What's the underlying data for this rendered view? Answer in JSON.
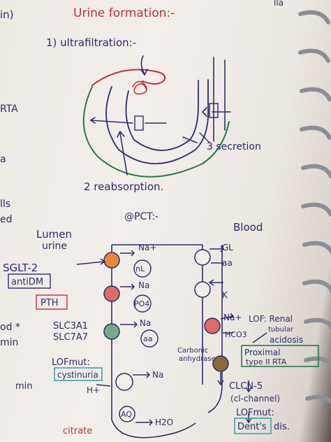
{
  "page": {
    "title": "Urine formation:-",
    "corner_top_left": "in)",
    "corner_top_right": "lla",
    "margin_left": [
      "RTA",
      "a",
      "lls",
      "ed",
      "od *",
      "min",
      "min"
    ]
  },
  "upper_diagram": {
    "label_ultrafiltration": "1) ultrafiltration:-",
    "label_secretion": "3 secretion",
    "label_reabsorption": "2 reabsorption."
  },
  "pct": {
    "heading": "@PCT:-",
    "lumen": "Lumen",
    "urine": "urine",
    "blood": "Blood",
    "left_notes": {
      "sglt2": "SGLT-2",
      "antidm": "antiDM",
      "pth": "PTH",
      "slc3a1": "SLC3A1",
      "slc7a7": "SLC7A7",
      "lofmut": "LOFmut:",
      "cystinuria": "cystinuria",
      "hplus": "H+",
      "citrate": "citrate"
    },
    "lumen_ions": [
      "Na+",
      "Na",
      "Na",
      "Na",
      "H2O"
    ],
    "inner_labels": [
      "nL",
      "PO4",
      "aa"
    ],
    "bottom_circle": "AQ",
    "blood_ions": [
      "GL",
      "aa",
      "K",
      "Na+",
      "HCO3"
    ],
    "right_notes": {
      "lof_renal": "LOF: Renal",
      "tubular": "tubular",
      "acidosis": "acidosis",
      "proximal": "Proximal",
      "type": "type II RTA",
      "carbonic": "Carbonic",
      "anhydrase": "anhydrase",
      "clcn5": "CLCN-5",
      "clchannel": "(cl-channel)",
      "lofmut2": "LOFmut:",
      "dents": "Dent's",
      "dis": "dis."
    }
  }
}
